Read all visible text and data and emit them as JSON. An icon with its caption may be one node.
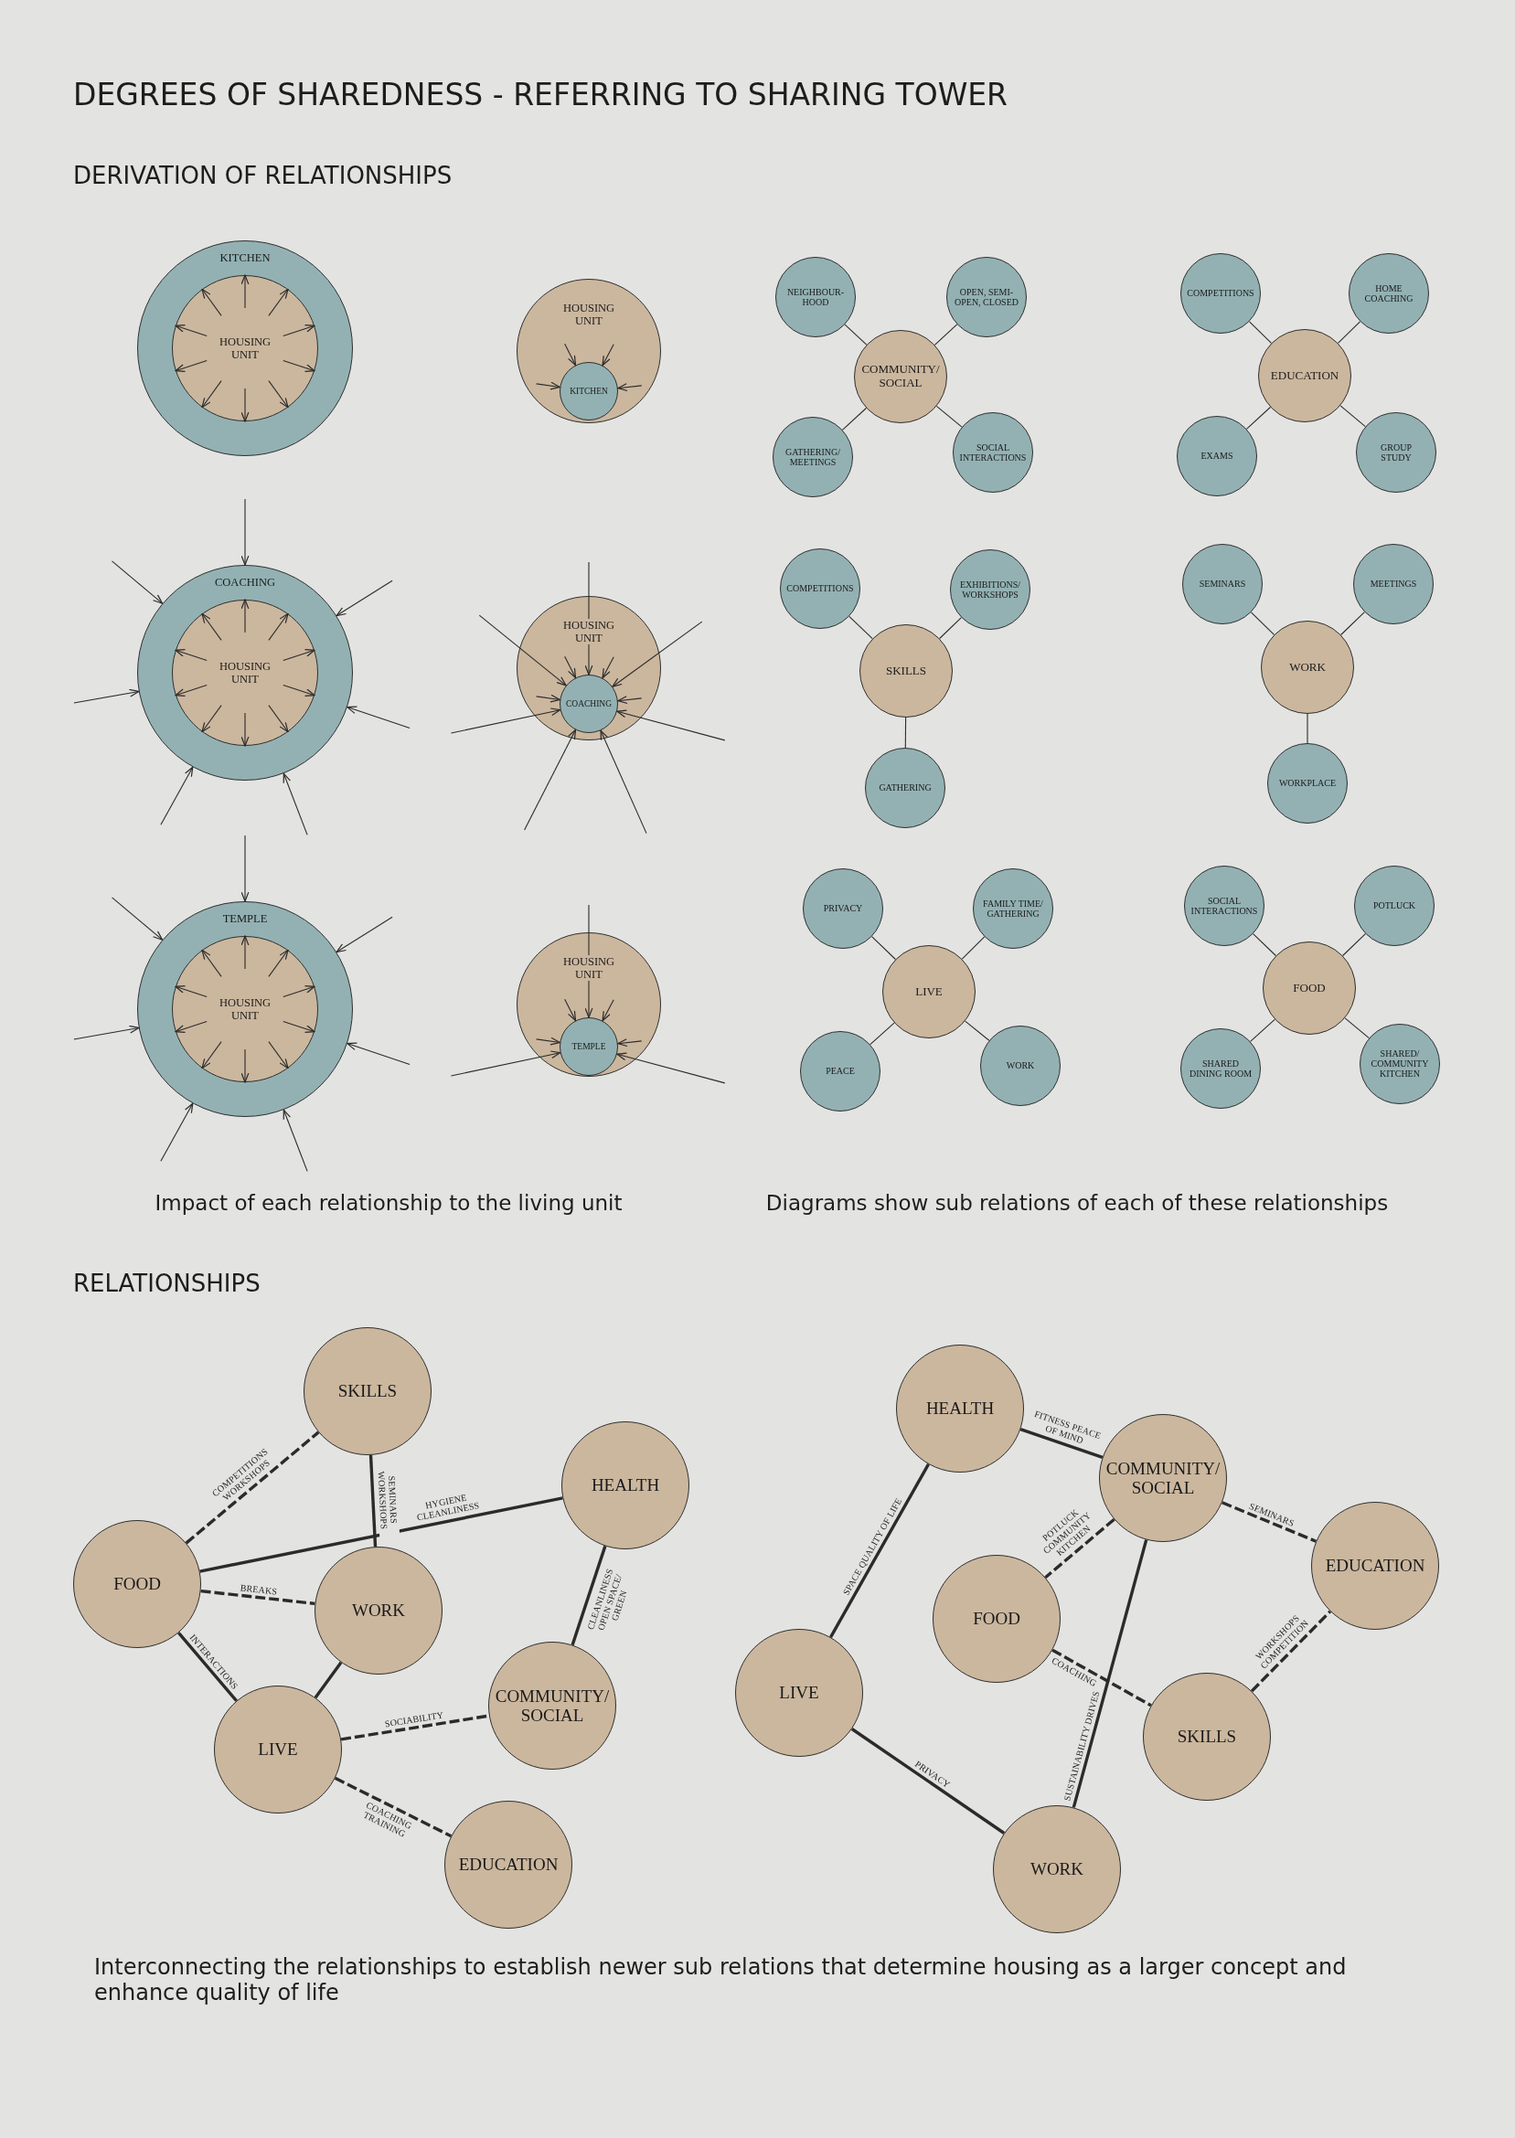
{
  "diagram": {
    "title": "DEGREES OF SHAREDNESS - REFERRING TO SHARING TOWER",
    "caption": "Interconnecting the relationships to establish newer sub relations that determine housing as a larger concept and enhance quality of life",
    "nodes": [
      {
        "text": [
          "KITCHEN"
        ]
      },
      {
        "text": [
          "HOUSING UNIT"
        ],
        "in": 0
      },
      {
        "text": [
          "HOUSING UNIT"
        ]
      },
      {
        "text": [
          "KITCHEN"
        ],
        "in": 2
      },
      {
        "text": [
          "NEIGHBOUR- HOOD"
        ]
      },
      {
        "text": [
          "OPEN, SEMI-OPEN, CLOSED"
        ]
      },
      {
        "text": [
          "COMMUNITY/ SOCIAL"
        ]
      },
      {
        "text": [
          "GATHERING/ MEETINGS"
        ]
      },
      {
        "text": [
          "SOCIAL INTERACTIONS"
        ]
      },
      {
        "text": [
          "COMPETITIONS"
        ]
      },
      {
        "text": [
          "HOME COACHING"
        ]
      },
      {
        "text": [
          "EDUCATION"
        ]
      },
      {
        "text": [
          "EXAMS"
        ]
      },
      {
        "text": [
          "GROUP STUDY"
        ]
      },
      {
        "text": [
          "COACHING"
        ]
      },
      {
        "text": [
          "HOUSING UNIT"
        ],
        "in": 14
      },
      {
        "text": [
          "HOUSING UNIT"
        ]
      },
      {
        "text": [
          "COACHING"
        ],
        "in": 16
      },
      {
        "text": [
          "COMPETITIONS"
        ]
      },
      {
        "text": [
          "EXHIBITIONS/ WORKSHOPS"
        ]
      },
      {
        "text": [
          "SKILLS"
        ]
      },
      {
        "text": [
          "GATHERING"
        ]
      },
      {
        "text": [
          "SEMINARS"
        ]
      },
      {
        "text": [
          "MEETINGS"
        ]
      },
      {
        "text": [
          "WORK"
        ]
      },
      {
        "text": [
          "WORKPLACE"
        ]
      },
      {
        "text": [
          "TEMPLE"
        ]
      },
      {
        "text": [
          "HOUSING UNIT"
        ],
        "in": 26
      },
      {
        "text": [
          "HOUSING UNIT"
        ]
      },
      {
        "text": [
          "TEMPLE"
        ],
        "in": 28
      },
      {
        "text": [
          "PRIVACY"
        ]
      },
      {
        "text": [
          "FAMILY TIME/ GATHERING"
        ]
      },
      {
        "text": [
          "LIVE"
        ]
      },
      {
        "text": [
          "PEACE"
        ]
      },
      {
        "text": [
          "WORK"
        ]
      },
      {
        "text": [
          "SOCIAL INTERACTIONS"
        ]
      },
      {
        "text": [
          "POTLUCK"
        ]
      },
      {
        "text": [
          "FOOD"
        ]
      },
      {
        "text": [
          "SHARED DINING ROOM"
        ]
      },
      {
        "text": [
          "SHARED/ COMMUNITY KITCHEN"
        ]
      },
      {
        "text": [
          "SKILLS"
        ]
      },
      {
        "text": [
          "HEALTH"
        ]
      },
      {
        "text": [
          "FOOD"
        ]
      },
      {
        "text": [
          "WORK"
        ]
      },
      {
        "text": [
          "COMMUNITY/ SOCIAL"
        ]
      },
      {
        "text": [
          "LIVE"
        ]
      },
      {
        "text": [
          "EDUCATION"
        ]
      },
      {
        "text": [
          "HEALTH"
        ]
      },
      {
        "text": [
          "COMMUNITY/ SOCIAL"
        ]
      },
      {
        "text": [
          "EDUCATION"
        ]
      },
      {
        "text": [
          "FOOD"
        ]
      },
      {
        "text": [
          "LIVE"
        ]
      },
      {
        "text": [
          "SKILLS"
        ]
      },
      {
        "text": [
          "WORK"
        ]
      }
    ],
    "edges": [
      {
        "from": 6,
        "to": 4,
        "arrow": "none"
      },
      {
        "from": 6,
        "to": 5,
        "arrow": "none"
      },
      {
        "from": 6,
        "to": 7,
        "arrow": "none"
      },
      {
        "from": 6,
        "to": 8,
        "arrow": "none"
      },
      {
        "from": 11,
        "to": 9,
        "arrow": "none"
      },
      {
        "from": 11,
        "to": 10,
        "arrow": "none"
      },
      {
        "from": 11,
        "to": 12,
        "arrow": "none"
      },
      {
        "from": 11,
        "to": 13,
        "arrow": "none"
      },
      {
        "from": 20,
        "to": 18,
        "arrow": "none"
      },
      {
        "from": 20,
        "to": 19,
        "arrow": "none"
      },
      {
        "from": 20,
        "to": 21,
        "arrow": "none"
      },
      {
        "from": 24,
        "to": 22,
        "arrow": "none"
      },
      {
        "from": 24,
        "to": 23,
        "arrow": "none"
      },
      {
        "from": 24,
        "to": 25,
        "arrow": "none"
      },
      {
        "from": 32,
        "to": 30,
        "arrow": "none"
      },
      {
        "from": 32,
        "to": 31,
        "arrow": "none"
      },
      {
        "from": 32,
        "to": 33,
        "arrow": "none"
      },
      {
        "from": 32,
        "to": 34,
        "arrow": "none"
      },
      {
        "from": 37,
        "to": 35,
        "arrow": "none"
      },
      {
        "from": 37,
        "to": 36,
        "arrow": "none"
      },
      {
        "from": 37,
        "to": 38,
        "arrow": "none"
      },
      {
        "from": 37,
        "to": 39,
        "arrow": "none"
      },
      {
        "from": 42,
        "to": 40,
        "arrow": "none",
        "style": "dashed",
        "label": "COMPETITIONS WORKSHOPS"
      },
      {
        "from": 40,
        "to": 43,
        "arrow": "none",
        "label": "SEMINARS WORKSHOPS"
      },
      {
        "from": 42,
        "to": 41,
        "arrow": "none",
        "label": "HYGIENE CLEANLINESS"
      },
      {
        "from": 42,
        "to": 43,
        "arrow": "none",
        "style": "dashed",
        "label": "BREAKS"
      },
      {
        "from": 42,
        "to": 45,
        "arrow": "none",
        "label": "INTERACTIONS"
      },
      {
        "from": 43,
        "to": 45,
        "arrow": "none"
      },
      {
        "from": 41,
        "to": 44,
        "arrow": "none",
        "label": "CLEANLINESS OPEN SPACE/ GREEN"
      },
      {
        "from": 45,
        "to": 44,
        "arrow": "none",
        "style": "dashed",
        "label": "SOCIABILITY"
      },
      {
        "from": 45,
        "to": 46,
        "arrow": "none",
        "style": "dashed",
        "label": "COACHING TRAINING"
      },
      {
        "from": 47,
        "to": 48,
        "arrow": "none",
        "label": "FITNESS PEACE OF MIND"
      },
      {
        "from": 47,
        "to": 51,
        "arrow": "none",
        "label": "SPACE QUALITY OF LIFE"
      },
      {
        "from": 48,
        "to": 49,
        "arrow": "none",
        "style": "dashed",
        "label": "SEMINARS"
      },
      {
        "from": 48,
        "to": 50,
        "arrow": "none",
        "style": "dashed",
        "label": "POTLUCK COMMUNITY KITCHEN"
      },
      {
        "from": 48,
        "to": 53,
        "arrow": "none",
        "label": "SUSTAINABILITY DRIVES"
      },
      {
        "from": 50,
        "to": 52,
        "arrow": "none",
        "style": "dashed",
        "label": "COACHING"
      },
      {
        "from": 52,
        "to": 49,
        "arrow": "none",
        "style": "dashed",
        "label": "WORKSHOPS COMPETITION"
      },
      {
        "from": 51,
        "to": 53,
        "arrow": "none",
        "label": "PRIVACY"
      },
      {
        "from": 1,
        "to": 0,
        "arrow": "to"
      },
      {
        "from": 1,
        "to": 0,
        "arrow": "to"
      },
      {
        "from": 1,
        "to": 0,
        "arrow": "to"
      },
      {
        "from": 1,
        "to": 0,
        "arrow": "to"
      },
      {
        "from": 1,
        "to": 0,
        "arrow": "to"
      },
      {
        "from": 1,
        "to": 0,
        "arrow": "to"
      },
      {
        "from": 1,
        "to": 0,
        "arrow": "to"
      },
      {
        "from": 1,
        "to": 0,
        "arrow": "to"
      },
      {
        "from": 1,
        "to": 0,
        "arrow": "to"
      },
      {
        "from": 1,
        "to": 0,
        "arrow": "to"
      },
      {
        "from": null,
        "to": 3,
        "arrow": "to"
      },
      {
        "from": null,
        "to": 3,
        "arrow": "to"
      },
      {
        "from": null,
        "to": 3,
        "arrow": "to"
      },
      {
        "from": null,
        "to": 3,
        "arrow": "to"
      },
      {
        "from": 15,
        "to": 14,
        "arrow": "to"
      },
      {
        "from": 15,
        "to": 14,
        "arrow": "to"
      },
      {
        "from": 15,
        "to": 14,
        "arrow": "to"
      },
      {
        "from": 15,
        "to": 14,
        "arrow": "to"
      },
      {
        "from": 15,
        "to": 14,
        "arrow": "to"
      },
      {
        "from": 15,
        "to": 14,
        "arrow": "to"
      },
      {
        "from": 15,
        "to": 14,
        "arrow": "to"
      },
      {
        "from": 15,
        "to": 14,
        "arrow": "to"
      },
      {
        "from": 15,
        "to": 14,
        "arrow": "to"
      },
      {
        "from": 15,
        "to": 14,
        "arrow": "to"
      },
      {
        "from": null,
        "to": 14,
        "arrow": "to"
      },
      {
        "from": null,
        "to": 14,
        "arrow": "to"
      },
      {
        "from": null,
        "to": 14,
        "arrow": "to"
      },
      {
        "from": null,
        "to": 14,
        "arrow": "to"
      },
      {
        "from": null,
        "to": 14,
        "arrow": "to"
      },
      {
        "from": null,
        "to": 14,
        "arrow": "to"
      },
      {
        "from": null,
        "to": 14,
        "arrow": "to"
      },
      {
        "from": null,
        "to": 17,
        "arrow": "to"
      },
      {
        "from": null,
        "to": 17,
        "arrow": "to"
      },
      {
        "from": null,
        "to": 17,
        "arrow": "to"
      },
      {
        "from": null,
        "to": 17,
        "arrow": "to"
      },
      {
        "from": null,
        "to": 17,
        "arrow": "to"
      },
      {
        "from": null,
        "to": 17,
        "arrow": "to"
      },
      {
        "from": null,
        "to": 17,
        "arrow": "to"
      },
      {
        "from": null,
        "to": 17,
        "arrow": "to"
      },
      {
        "from": null,
        "to": 17,
        "arrow": "to"
      },
      {
        "from": null,
        "to": 17,
        "arrow": "to"
      },
      {
        "from": null,
        "to": 17,
        "arrow": "to"
      },
      {
        "from": 27,
        "to": 26,
        "arrow": "to"
      },
      {
        "from": 27,
        "to": 26,
        "arrow": "to"
      },
      {
        "from": 27,
        "to": 26,
        "arrow": "to"
      },
      {
        "from": 27,
        "to": 26,
        "arrow": "to"
      },
      {
        "from": 27,
        "to": 26,
        "arrow": "to"
      },
      {
        "from": 27,
        "to": 26,
        "arrow": "to"
      },
      {
        "from": 27,
        "to": 26,
        "arrow": "to"
      },
      {
        "from": 27,
        "to": 26,
        "arrow": "to"
      },
      {
        "from": 27,
        "to": 26,
        "arrow": "to"
      },
      {
        "from": 27,
        "to": 26,
        "arrow": "to"
      },
      {
        "from": null,
        "to": 26,
        "arrow": "to"
      },
      {
        "from": null,
        "to": 26,
        "arrow": "to"
      },
      {
        "from": null,
        "to": 26,
        "arrow": "to"
      },
      {
        "from": null,
        "to": 26,
        "arrow": "to"
      },
      {
        "from": null,
        "to": 26,
        "arrow": "to"
      },
      {
        "from": null,
        "to": 26,
        "arrow": "to"
      },
      {
        "from": null,
        "to": 26,
        "arrow": "to"
      },
      {
        "from": null,
        "to": 29,
        "arrow": "to"
      },
      {
        "from": null,
        "to": 29,
        "arrow": "to"
      },
      {
        "from": null,
        "to": 29,
        "arrow": "to"
      },
      {
        "from": null,
        "to": 29,
        "arrow": "to"
      },
      {
        "from": null,
        "to": 29,
        "arrow": "to"
      },
      {
        "from": null,
        "to": 29,
        "arrow": "to"
      },
      {
        "from": null,
        "to": 29,
        "arrow": "to"
      }
    ],
    "labels": [
      "DERIVATION OF RELATIONSHIPS",
      "Impact of each relationship to the living unit",
      "Diagrams show sub relations of each of these relationships",
      "RELATIONSHIPS"
    ]
  }
}
